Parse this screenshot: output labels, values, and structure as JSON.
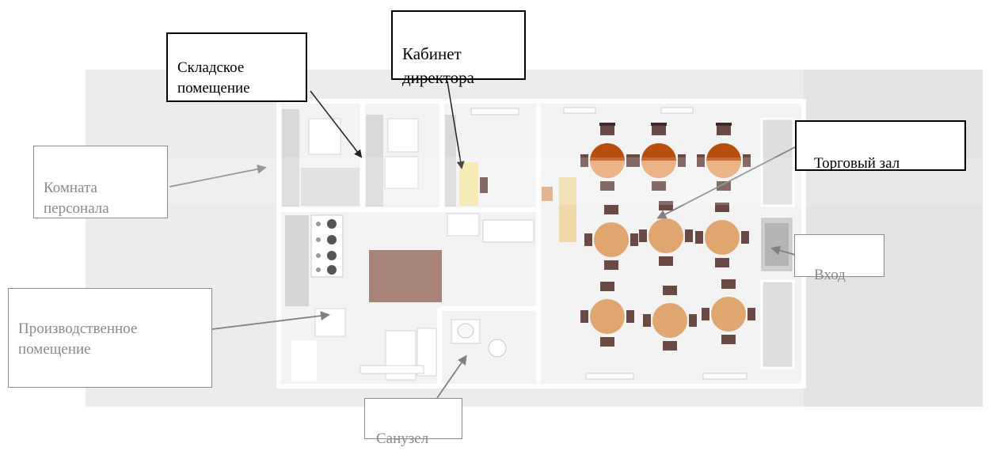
{
  "labels": {
    "storage": "Складское\nпомещение",
    "director": "Кабинет\nдиректора",
    "staff": "Комната\nперсонала",
    "sales": "Торговый зал",
    "entrance": "Вход",
    "production": "Производственное\nпомещение",
    "bathroom": "Санузел"
  },
  "colors": {
    "table_dark": "#b84e0e",
    "table_light": "#e0a66f",
    "chair": "#6b4a45",
    "counter": "#f0d9a6",
    "desk": "#f6e8a8",
    "production_table": "#a88377"
  }
}
